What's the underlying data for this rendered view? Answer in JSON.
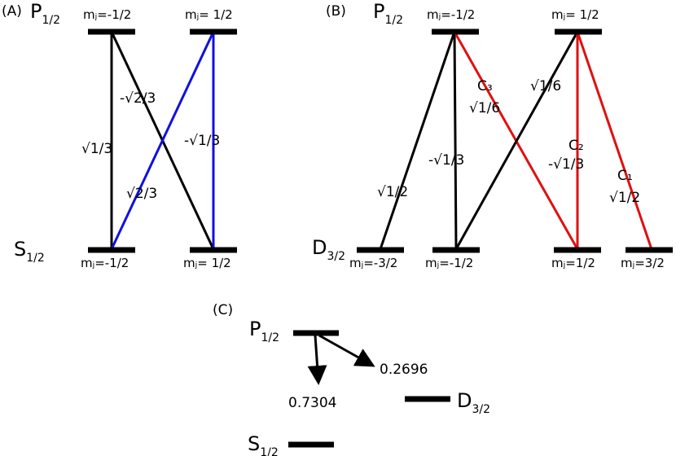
{
  "panels": {
    "A": "(A)",
    "B": "(B)",
    "C": "(C)"
  },
  "states": {
    "P": "P",
    "S": "S",
    "D": "D",
    "p_sub": "1/2",
    "s_sub": "1/2",
    "d_sub": "3/2"
  },
  "mj": {
    "a_top_left": "mⱼ=-1/2",
    "a_top_right": "mⱼ= 1/2",
    "a_bot_left": "mⱼ=-1/2",
    "a_bot_right": "mⱼ= 1/2",
    "b_top_left": "mⱼ=-1/2",
    "b_top_right": "mⱼ= 1/2",
    "b_bot_1": "mⱼ=-3/2",
    "b_bot_2": "mⱼ=-1/2",
    "b_bot_3": "mⱼ=1/2",
    "b_bot_4": "mⱼ=3/2"
  },
  "coefficients": {
    "a_left_vertical": "√1/3",
    "a_cross_down": "-√2/3",
    "a_cross_up": "√2/3",
    "a_right_vertical": "-√1/3",
    "b_line1": "√1/2",
    "b_line2": "-√1/3",
    "b_c3_name": "C₃",
    "b_c3_value": "√1/6",
    "b_line4": "√1/6",
    "b_c2_name": "C₂",
    "b_c2_value": "-√1/3",
    "b_c1_name": "C₁",
    "b_c1_value": "√1/2"
  },
  "branching": {
    "to_s": "0.7304",
    "to_d": "0.2696"
  },
  "colors": {
    "black": "#000000",
    "blue": "#1010e0",
    "red": "#e01010"
  }
}
